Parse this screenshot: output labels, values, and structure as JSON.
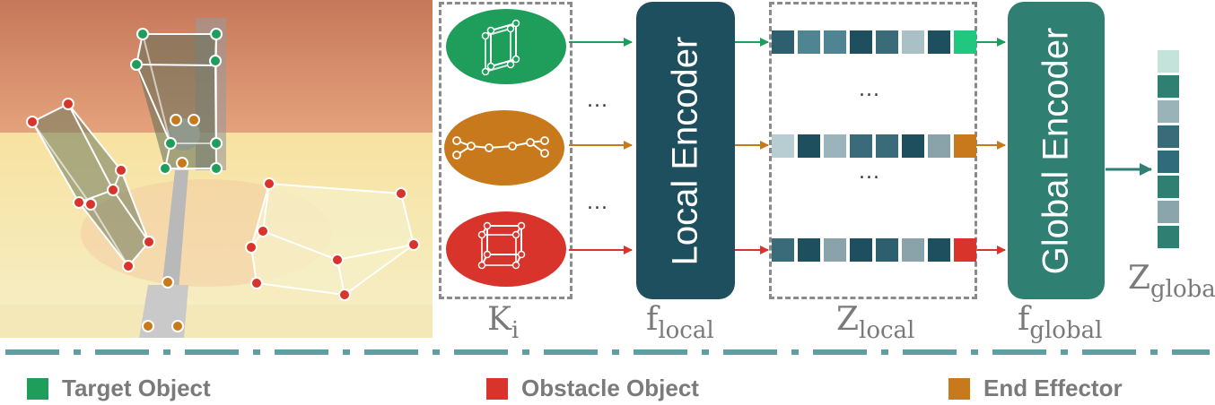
{
  "colors": {
    "target": "#1f9d5b",
    "obstacle": "#d8342b",
    "end_effector": "#c8791b",
    "local_encoder": "#1d4f5e",
    "global_encoder": "#2f7f73",
    "dash_divider": "#5f9ea3"
  },
  "icons": {
    "keypoint_target": "cube-wireframe-icon",
    "keypoint_end_effector": "gripper-keypoints-icon",
    "keypoint_obstacle": "cube-wireframe-icon"
  },
  "labels": {
    "k_main": "K",
    "k_sub": "i",
    "f_local_main": "f",
    "f_local_sub": "local",
    "z_local_main": "Z",
    "z_local_sub": "local",
    "f_global_main": "f",
    "f_global_sub": "global",
    "z_global_main": "Z",
    "z_global_sub": "global",
    "ellipsis": "..."
  },
  "encoders": {
    "local": "Local Encoder",
    "global": "Global Encoder"
  },
  "legend": [
    {
      "label": "Target Object",
      "color": "#1f9d5b"
    },
    {
      "label": "Obstacle Object",
      "color": "#d8342b"
    },
    {
      "label": "End Effector",
      "color": "#c8791b"
    }
  ],
  "local_vectors": [
    {
      "row": "target",
      "cells": [
        "#2e5f6f",
        "#4f8592",
        "#4f8592",
        "#1d4f5e",
        "#3a6b79",
        "#a9c0c6",
        "#1d4f5e",
        "#22c77f"
      ]
    },
    {
      "row": "end_effector",
      "cells": [
        "#b8cdd2",
        "#1d4f5e",
        "#9bb3ba",
        "#3a6b79",
        "#3a6b79",
        "#1d4f5e",
        "#8aa3aa",
        "#c8791b"
      ]
    },
    {
      "row": "obstacle",
      "cells": [
        "#3a6b79",
        "#1d4f5e",
        "#8aa3aa",
        "#1d4f5e",
        "#2e5f6f",
        "#8aa3aa",
        "#1d4f5e",
        "#d8342b"
      ]
    }
  ],
  "global_vector": [
    "#c4e3da",
    "#2f7f73",
    "#9ab3b8",
    "#3a6b79",
    "#2f6b7a",
    "#2f7f73",
    "#8aa6ac",
    "#2f7f73"
  ]
}
